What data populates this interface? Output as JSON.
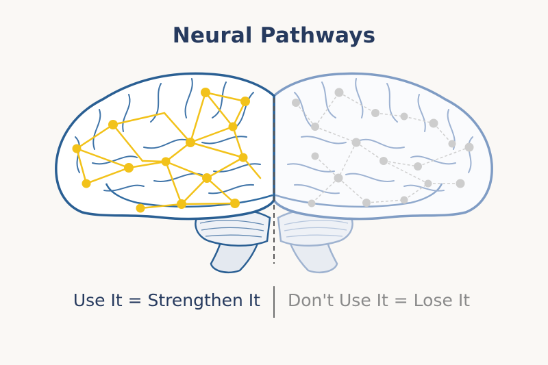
{
  "title": "Neural Pathways",
  "captions": {
    "left": "Use It = Strengthen It",
    "right": "Don't Use It = Lose It"
  },
  "colors": {
    "title": "#263a5e",
    "left_outline": "#2a5f93",
    "right_outline": "#7f9cc4",
    "active_node": "#f2c21a",
    "inactive_node": "#cccccc",
    "left_caption": "#263a5e",
    "right_caption": "#8a8a8a"
  },
  "hemispheres": [
    {
      "side": "left",
      "state": "active"
    },
    {
      "side": "right",
      "state": "faded"
    }
  ]
}
